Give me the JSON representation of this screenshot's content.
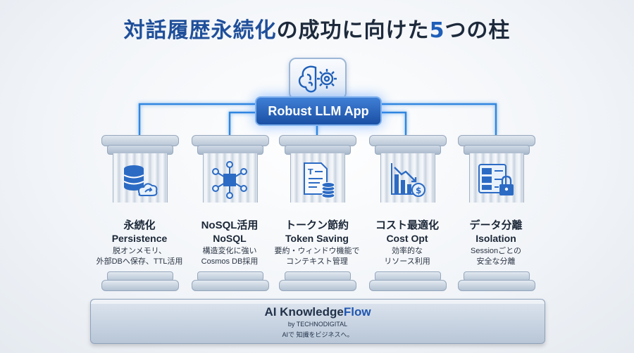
{
  "title": {
    "part1": "対話履歴永続化",
    "part2": "の成功に向けた",
    "part3": "5",
    "part4": "つの柱"
  },
  "app": {
    "label": "Robust LLM App",
    "icon": "brain-gear-icon"
  },
  "pillars": [
    {
      "jp": "永続化",
      "en": "Persistence",
      "desc1": "脱オンメモリ、",
      "desc2": "外部DBへ保存、TTL活用",
      "icon": "database-cloud-icon"
    },
    {
      "jp": "NoSQL活用",
      "en": "NoSQL",
      "desc1": "構造変化に強い",
      "desc2": "Cosmos DB採用",
      "icon": "network-nodes-icon"
    },
    {
      "jp": "トークン節約",
      "en": "Token Saving",
      "desc1": "要約・ウィンドウ機能で",
      "desc2": "コンテキスト管理",
      "icon": "document-coins-icon"
    },
    {
      "jp": "コスト最適化",
      "en": "Cost Opt",
      "desc1": "効率的な",
      "desc2": "リソース利用",
      "icon": "chart-down-dollar-icon"
    },
    {
      "jp": "データ分離",
      "en": "Isolation",
      "desc1": "Sessionごとの",
      "desc2": "安全な分離",
      "icon": "lock-panel-icon"
    }
  ],
  "platform": {
    "brand1": "AI Knowledge",
    "brand2": "Flow",
    "by": "by TECHNODIGITAL",
    "tagline": "AIで 知識をビジネスへ。"
  },
  "colors": {
    "accent": "#1f56b0",
    "wire": "#2f86e0",
    "app_box": "#1a4fa3"
  }
}
